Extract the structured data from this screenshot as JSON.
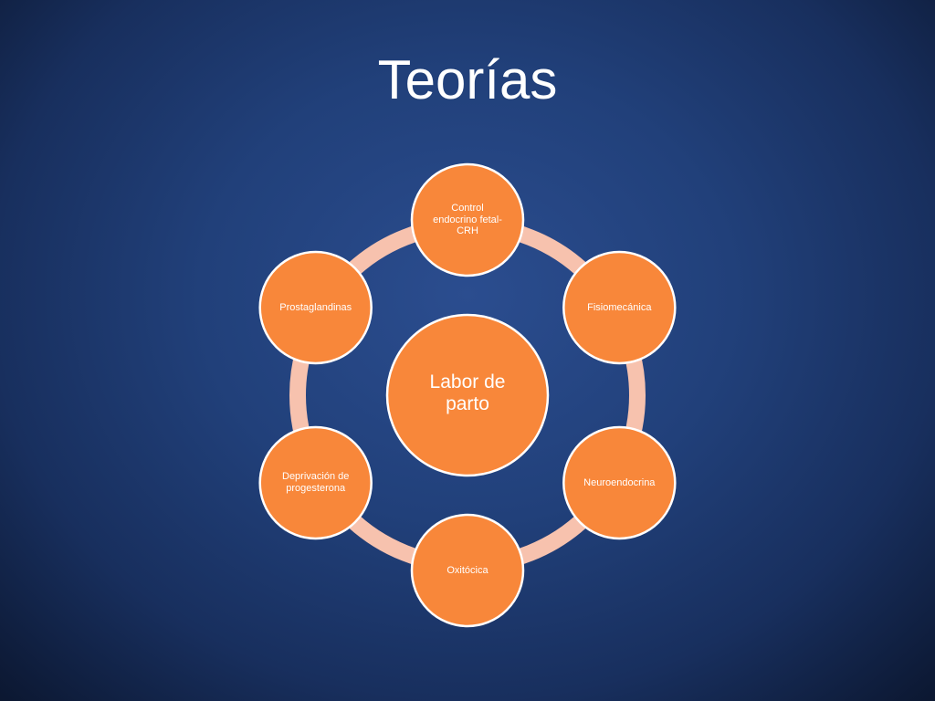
{
  "title": "Teorías",
  "diagram": {
    "center": {
      "label_lines": [
        "Labor de",
        "parto"
      ]
    },
    "nodes": [
      {
        "id": "control",
        "label": "Control endocrino fetal-CRH",
        "label_lines": [
          "Control",
          "endocrino fetal-",
          "CRH"
        ]
      },
      {
        "id": "fisiomecanica",
        "label": "Fisiomecánica",
        "label_lines": [
          "Fisiomecánica"
        ]
      },
      {
        "id": "neuroendocrina",
        "label": "Neuroendocrina",
        "label_lines": [
          "Neuroendocrina"
        ]
      },
      {
        "id": "oxitocica",
        "label": "Oxitócica",
        "label_lines": [
          "Oxitócica"
        ]
      },
      {
        "id": "deprivacion",
        "label": "Deprivación de progesterona",
        "label_lines": [
          "Deprivación de",
          "progesterona"
        ]
      },
      {
        "id": "prostaglandinas",
        "label": "Prostaglandinas",
        "label_lines": [
          "Prostaglandinas"
        ]
      }
    ],
    "colors": {
      "node_fill": "#f8873a",
      "node_stroke": "#ffffff",
      "ring": "#f7c2ae"
    }
  }
}
